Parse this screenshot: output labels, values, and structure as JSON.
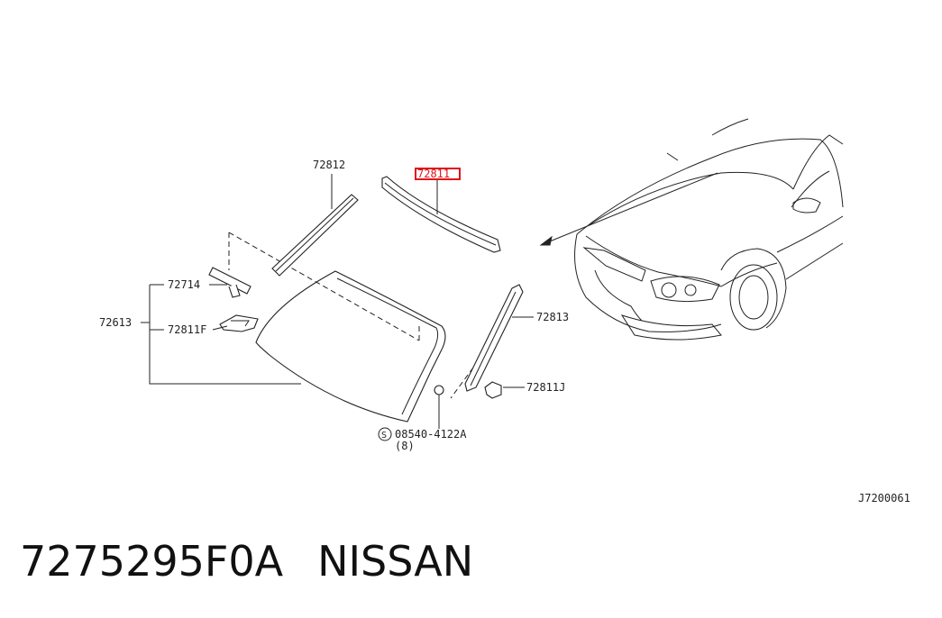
{
  "callouts": {
    "c72812": "72812",
    "c72811": "72811",
    "c72714": "72714",
    "c72613": "72613",
    "c72811F": "72811F",
    "c72813": "72813",
    "c72811J": "72811J",
    "bolt_marker": "S",
    "bolt": "08540-4122A",
    "bolt_qty": "(8)",
    "diagram_code": "J7200061"
  },
  "caption": {
    "part_number": "7275295F0A",
    "brand": "NISSAN"
  },
  "colors": {
    "highlight": "#e0121b",
    "ink": "#222222"
  }
}
